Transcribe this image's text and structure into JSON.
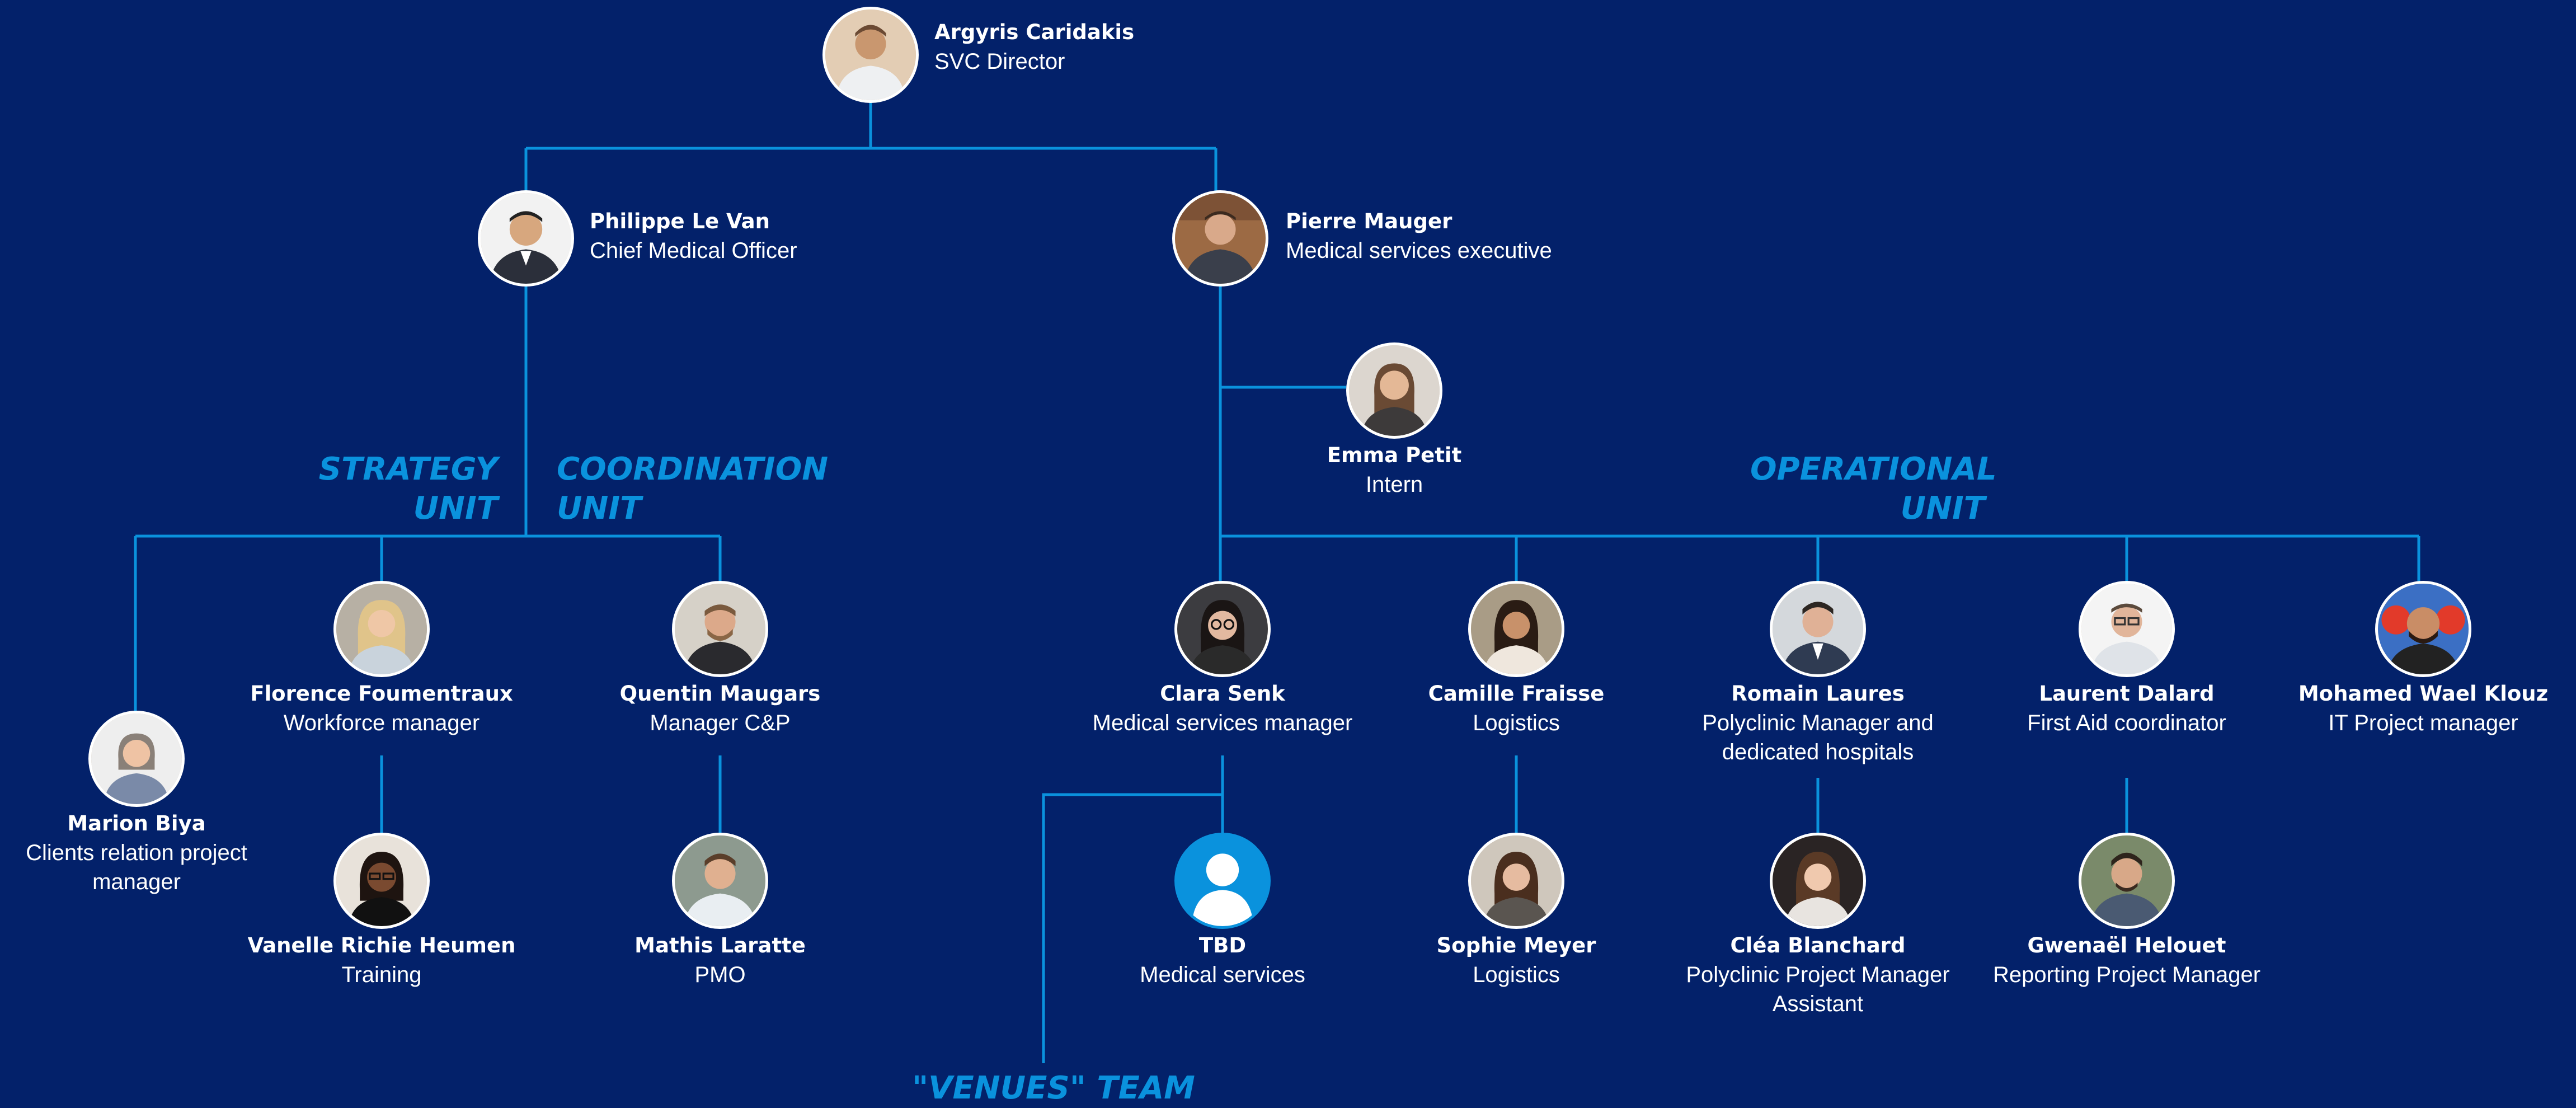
{
  "colors": {
    "background": "#03216a",
    "connector": "#0a92dd",
    "unit_label": "#0a92dd",
    "text": "#ffffff"
  },
  "people": {
    "caridakis": {
      "name": "Argyris Caridakis",
      "role": "SVC Director"
    },
    "levan": {
      "name": "Philippe Le Van",
      "role": "Chief Medical Officer"
    },
    "mauger": {
      "name": "Pierre Mauger",
      "role": "Medical services executive"
    },
    "petit": {
      "name": "Emma Petit",
      "role": "Intern"
    },
    "biya": {
      "name": "Marion Biya",
      "role": "Clients relation project manager"
    },
    "foumentraux": {
      "name": "Florence Foumentraux",
      "role": "Workforce manager"
    },
    "maugars": {
      "name": "Quentin Maugars",
      "role": "Manager C&P"
    },
    "heumen": {
      "name": "Vanelle Richie Heumen",
      "role": "Training"
    },
    "laratte": {
      "name": "Mathis Laratte",
      "role": "PMO"
    },
    "senk": {
      "name": "Clara Senk",
      "role": "Medical services manager"
    },
    "fraisse": {
      "name": "Camille Fraisse",
      "role": "Logistics"
    },
    "laures": {
      "name": "Romain Laures",
      "role": "Polyclinic Manager and dedicated hospitals"
    },
    "dalard": {
      "name": "Laurent Dalard",
      "role": "First Aid coordinator"
    },
    "klouz": {
      "name": "Mohamed Wael Klouz",
      "role": "IT Project manager"
    },
    "tbd": {
      "name": "TBD",
      "role": "Medical services"
    },
    "meyer": {
      "name": "Sophie Meyer",
      "role": "Logistics"
    },
    "blanchard": {
      "name": "Cléa Blanchard",
      "role": "Polyclinic Project Manager Assistant"
    },
    "helouet": {
      "name": "Gwenaël Helouet",
      "role": "Reporting Project Manager"
    }
  },
  "units": {
    "strategy": {
      "line1": "STRATEGY",
      "line2": "UNIT"
    },
    "coordination": {
      "line1": "COORDINATION",
      "line2": "UNIT"
    },
    "operational": {
      "line1": "OPERATIONAL",
      "line2": "UNIT"
    },
    "venues": {
      "line1": "\"VENUES\" TEAM"
    }
  }
}
